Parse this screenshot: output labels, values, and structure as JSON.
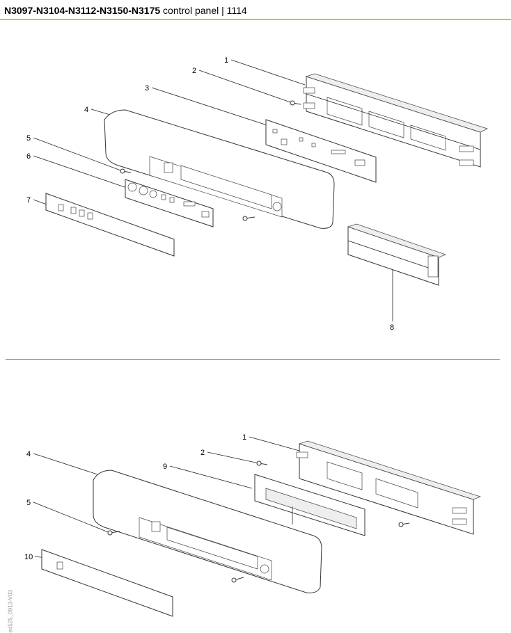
{
  "header": {
    "title_bold": "N3097-N3104-N3112-N3150-N3175",
    "title_rest": " control panel | 1114"
  },
  "top_diagram": {
    "callouts": [
      "1",
      "2",
      "3",
      "4",
      "5",
      "6",
      "7",
      "8"
    ]
  },
  "bottom_diagram": {
    "callouts": [
      "1",
      "2",
      "4",
      "9",
      "5",
      "10"
    ]
  },
  "watermark": "ed525_0913-V03",
  "colors": {
    "header_rule": "#b5c942"
  }
}
